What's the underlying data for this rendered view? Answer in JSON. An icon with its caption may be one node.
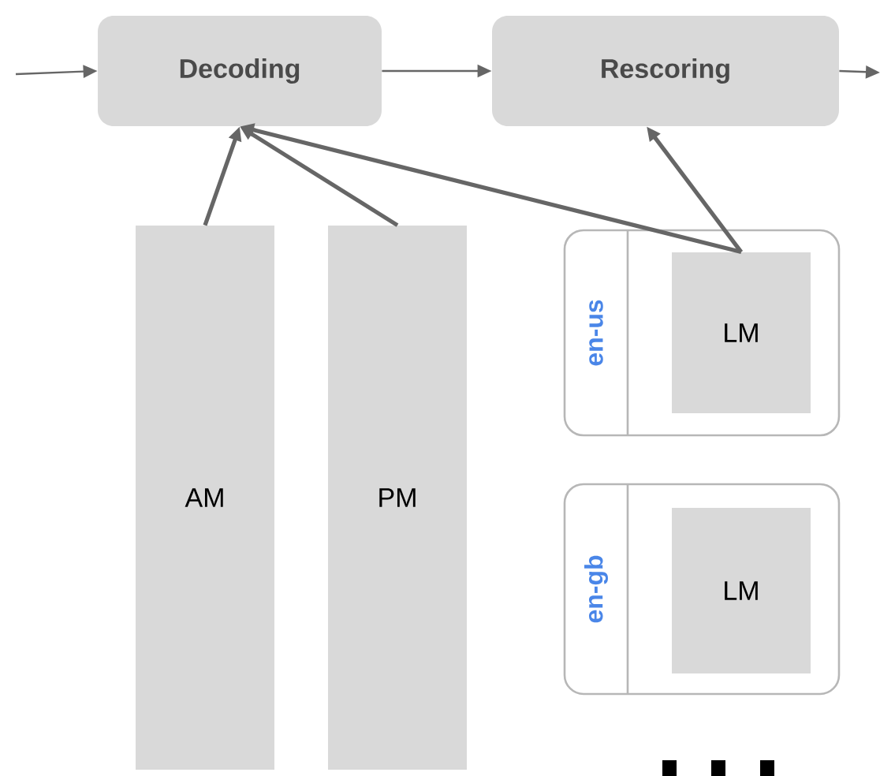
{
  "diagram": {
    "nodes": [
      {
        "text": [
          "Decoding"
        ]
      },
      {
        "text": [
          "Rescoring"
        ]
      },
      {
        "text": [
          "AM"
        ]
      },
      {
        "text": [
          "PM"
        ]
      },
      {
        "text": [
          "en-us"
        ]
      },
      {
        "text": [
          "LM"
        ],
        "in": 4
      },
      {
        "text": [
          "en-gb"
        ]
      },
      {
        "text": [
          "LM"
        ],
        "in": 6
      }
    ],
    "edges": [
      {
        "from": null,
        "to": 0,
        "arrow": "to"
      },
      {
        "from": 0,
        "to": 1,
        "arrow": "to"
      },
      {
        "from": 1,
        "to": null,
        "arrow": "to"
      },
      {
        "from": 2,
        "to": 0,
        "arrow": "to"
      },
      {
        "from": 3,
        "to": 0,
        "arrow": "to"
      },
      {
        "from": 5,
        "to": 0,
        "arrow": "to"
      },
      {
        "from": 5,
        "to": 1,
        "arrow": "to"
      }
    ]
  }
}
